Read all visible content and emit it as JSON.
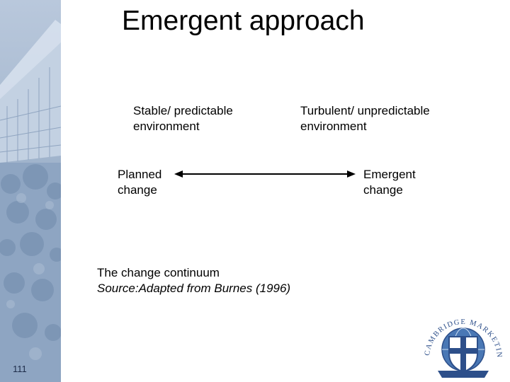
{
  "slide": {
    "title": "Emergent approach",
    "number": "111"
  },
  "diagram": {
    "left_top": [
      "Stable/ predictable",
      "environment"
    ],
    "right_top": [
      "Turbulent/ unpredictable",
      "environment"
    ],
    "left_end": [
      "Planned",
      "change"
    ],
    "right_end": [
      "Emergent",
      "change"
    ],
    "arrow": "double-headed-arrow"
  },
  "caption": {
    "title": "The change continuum",
    "source": "Source:Adapted from Burnes (1996)"
  },
  "logo": {
    "text": "CAMBRIDGE MARKETING COLLEGE",
    "icon": "shield-globe-crest"
  },
  "colors": {
    "sidebar": "#9fb3cc",
    "logo_blue": "#2d4f8a"
  }
}
